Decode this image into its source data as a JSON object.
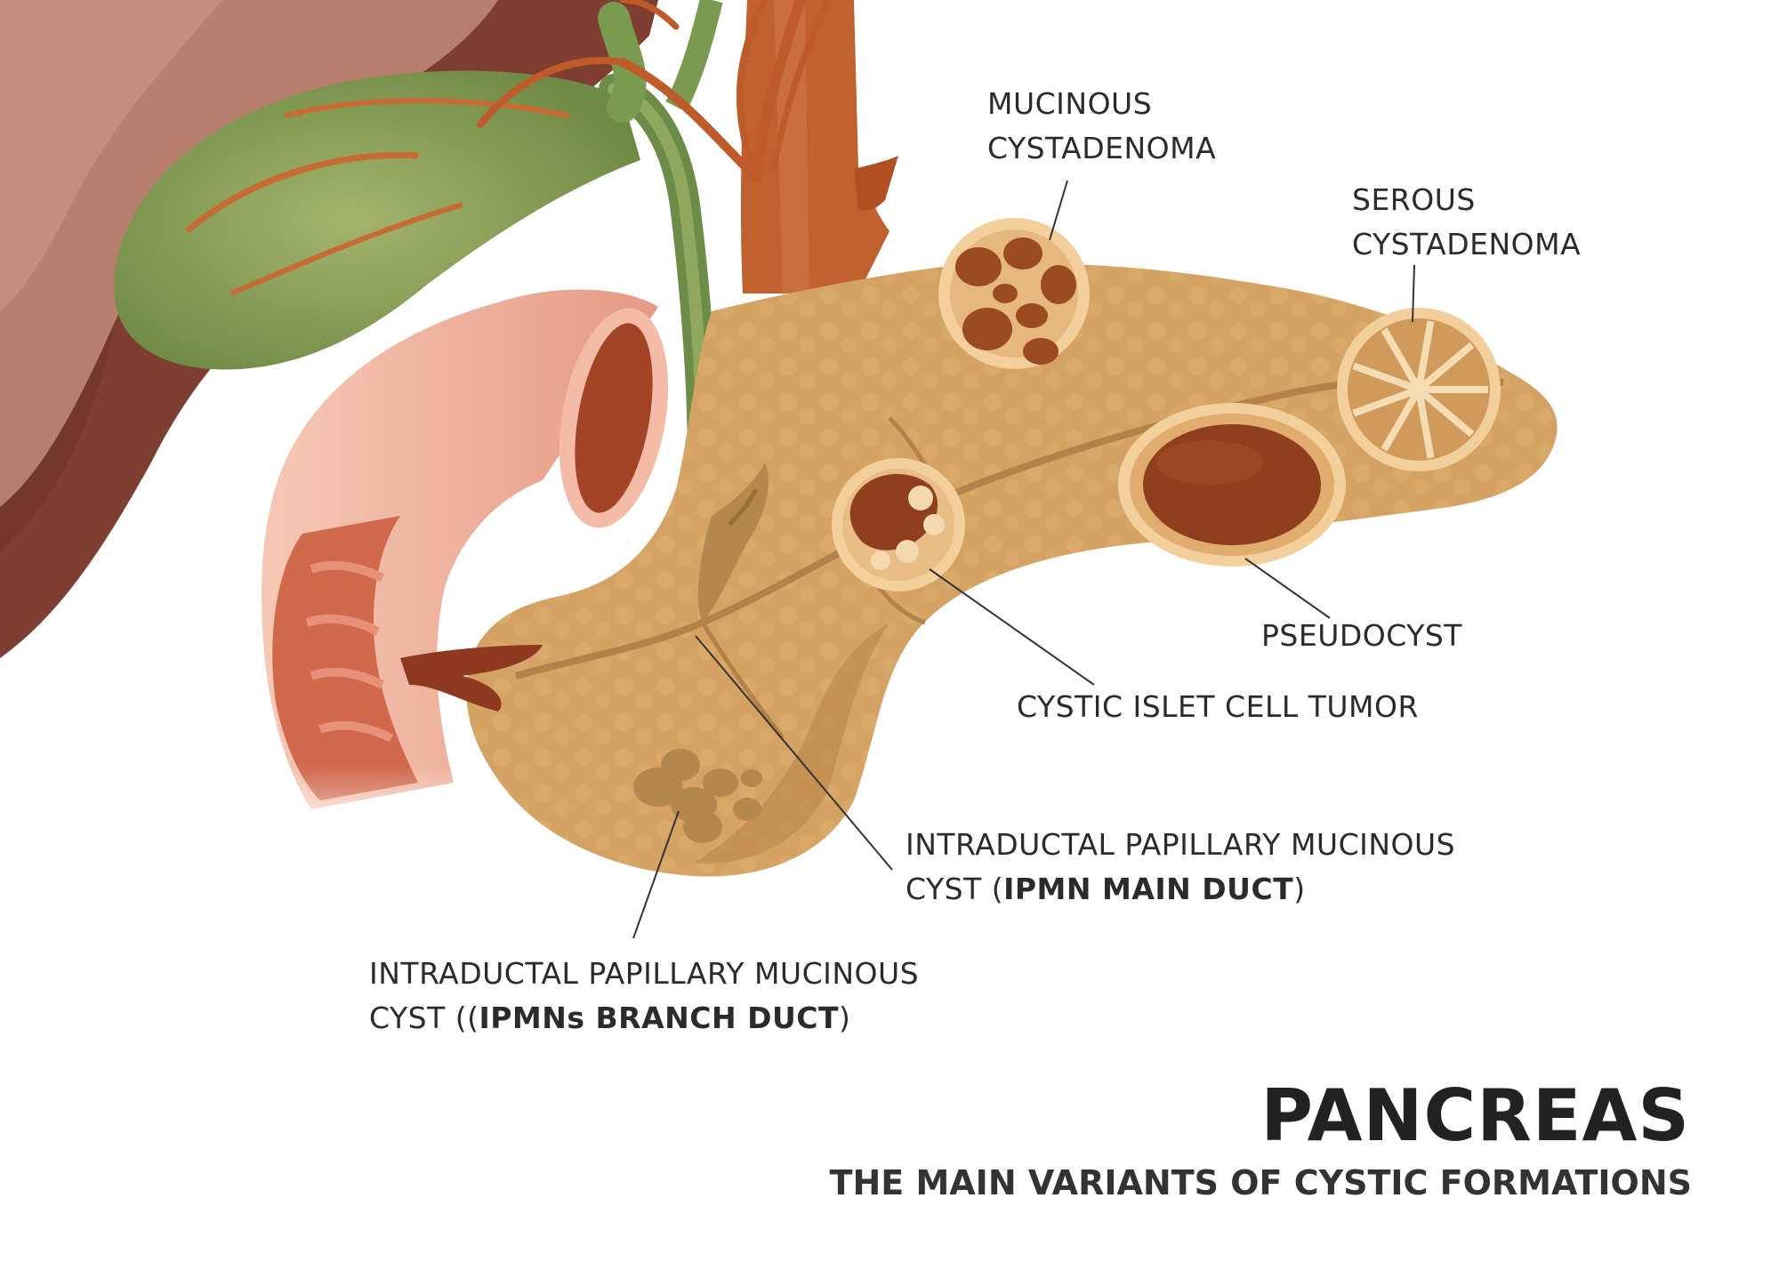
{
  "labels": {
    "mucinous_line1": "MUCINOUS",
    "mucinous_line2": "CYSTADENOMA",
    "serous_line1": "SEROUS",
    "serous_line2": "CYSTADENOMA",
    "pseudocyst": "PSEUDOCYST",
    "islet": "CYSTIC ISLET CELL TUMOR",
    "ipmn_main_line1": "INTRADUCTAL PAPILLARY MUCINOUS",
    "ipmn_main_line2_prefix": "CYST  (",
    "ipmn_main_line2_bold": "IPMN MAIN DUCT",
    "ipmn_main_line2_suffix": ")",
    "ipmn_branch_line1": "INTRADUCTAL PAPILLARY MUCINOUS",
    "ipmn_branch_line2_prefix": "CYST  ((",
    "ipmn_branch_line2_bold": "IPMNs BRANCH DUCT",
    "ipmn_branch_line2_suffix": ")"
  },
  "title": {
    "main": "PANCREAS",
    "subtitle": "THE MAIN VARIANTS OF CYSTIC FORMATIONS"
  },
  "colors": {
    "liver": "#8a4a3a",
    "gallbladder": "#8a9e55",
    "pancreas": "#d4a262",
    "duodenum": "#e7a18c",
    "cyst_dark": "#8f3f1e",
    "vessel": "#b8582a"
  }
}
